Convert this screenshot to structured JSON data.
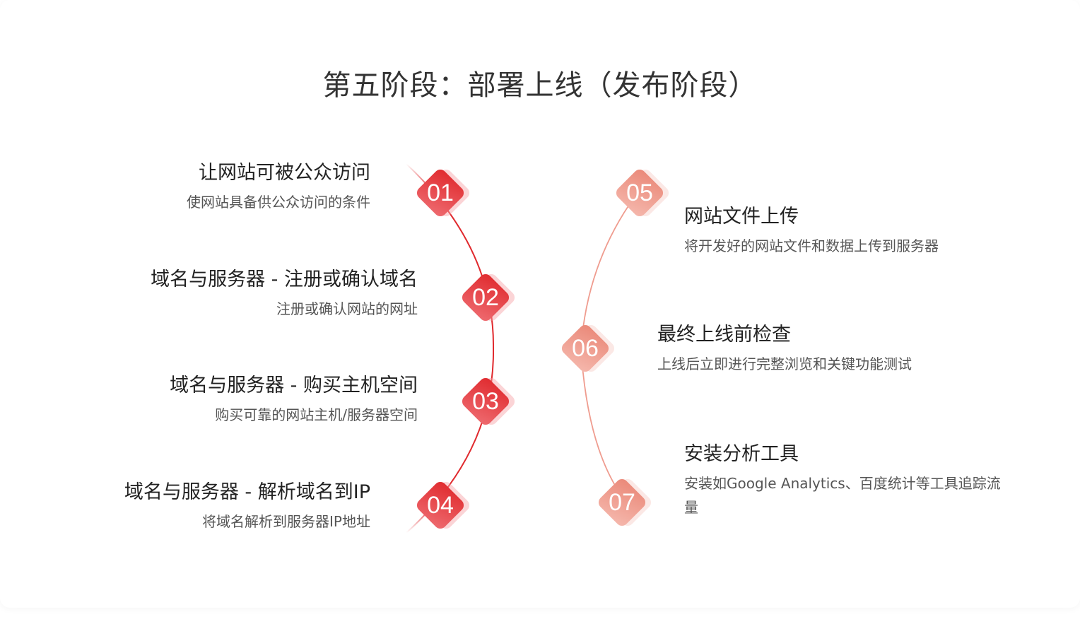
{
  "title": "第五阶段：部署上线（发布阶段）",
  "colors": {
    "left": "#e02a2e",
    "right": "#ea8878"
  },
  "steps": [
    {
      "num": "01",
      "title": "让网站可被公众访问",
      "desc": "使网站具备供公众访问的条件"
    },
    {
      "num": "02",
      "title": "域名与服务器 - 注册或确认域名",
      "desc": "注册或确认网站的网址"
    },
    {
      "num": "03",
      "title": "域名与服务器 - 购买主机空间",
      "desc": "购买可靠的网站主机/服务器空间"
    },
    {
      "num": "04",
      "title": "域名与服务器 - 解析域名到IP",
      "desc": "将域名解析到服务器IP地址"
    },
    {
      "num": "05",
      "title": "网站文件上传",
      "desc": "将开发好的网站文件和数据上传到服务器"
    },
    {
      "num": "06",
      "title": "最终上线前检查",
      "desc": "上线后立即进行完整浏览和关键功能测试"
    },
    {
      "num": "07",
      "title": "安装分析工具",
      "desc": "安装如Google Analytics、百度统计等工具追踪流量"
    }
  ]
}
